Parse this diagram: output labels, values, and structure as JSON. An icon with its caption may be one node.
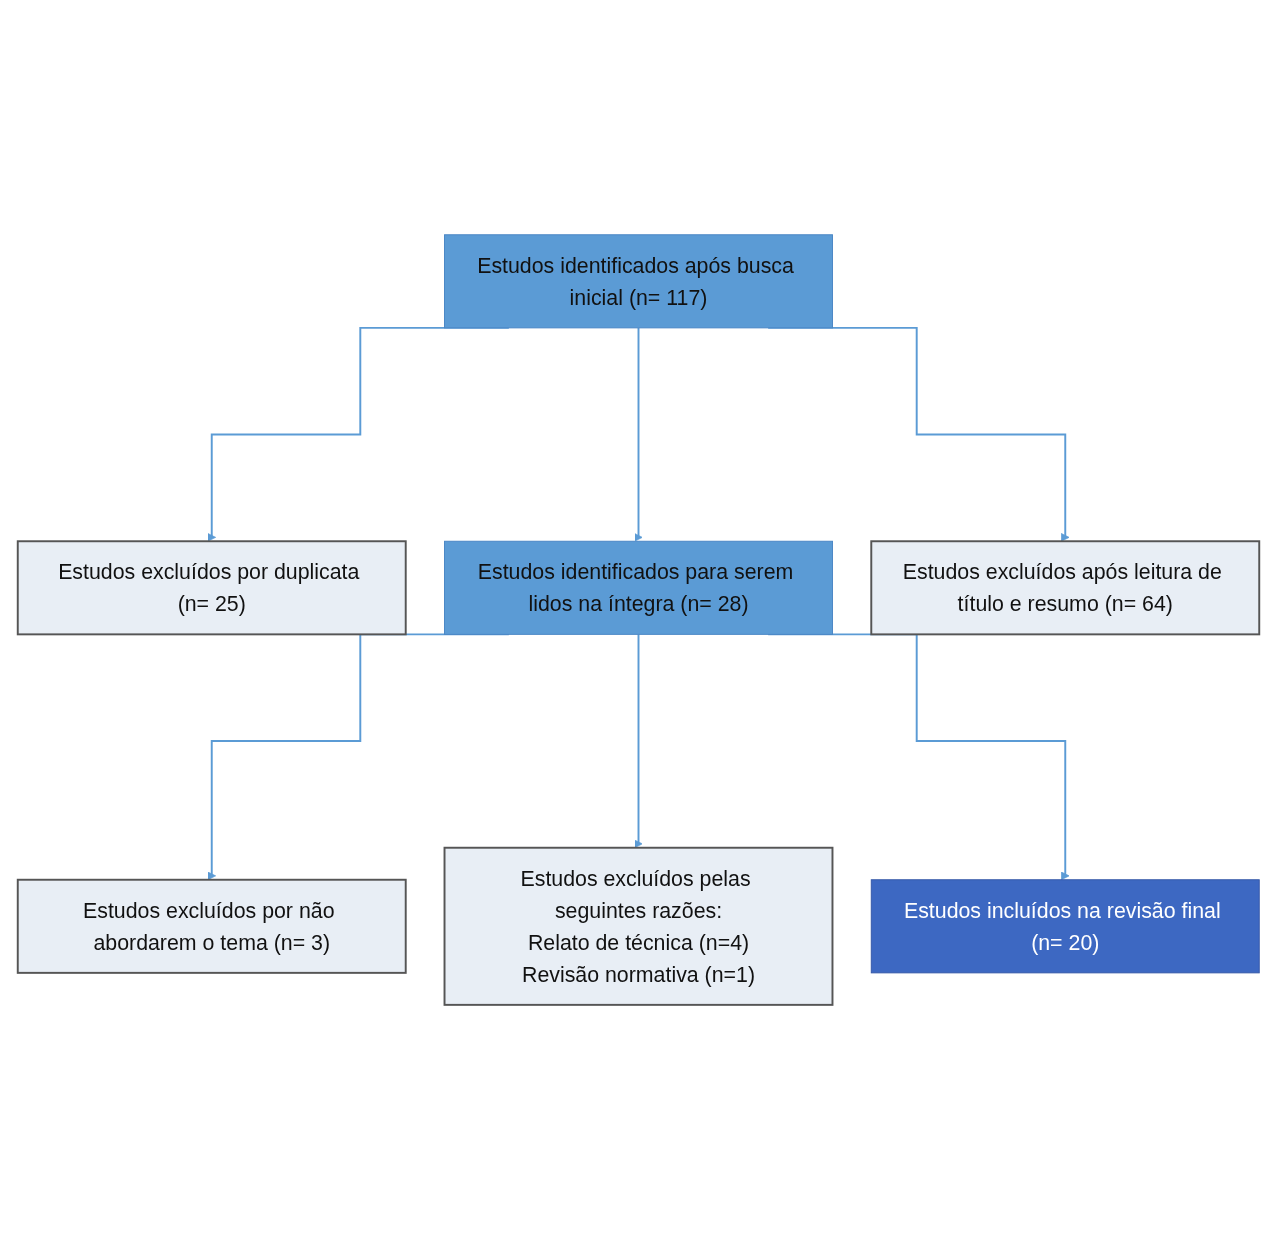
{
  "diagram": {
    "nodes": [
      {
        "text": [
          "Estudos identificados após busca inicial (n= 117)"
        ]
      },
      {
        "text": [
          "Estudos excluídos por duplicata (n= 25)"
        ]
      },
      {
        "text": [
          "Estudos excluídos após leitura de título e resumo (n= 64)"
        ]
      },
      {
        "text": [
          "Estudos identificados para serem lidos na íntegra (n= 28)"
        ]
      },
      {
        "text": [
          "Estudos excluídos por não abordarem o tema (n= 3)"
        ]
      },
      {
        "text": [
          "Estudos excluídos pelas seguintes razões:",
          "Relato de técnica (n=4)",
          "Revisão normativa (n=1)"
        ]
      },
      {
        "text": [
          "Estudos incluídos na revisão final (n= 20)"
        ]
      }
    ],
    "edges": [
      {
        "from": 0,
        "to": 1,
        "arrow": "to"
      },
      {
        "from": 0,
        "to": 2,
        "arrow": "to"
      },
      {
        "from": 0,
        "to": 3,
        "arrow": "to"
      },
      {
        "from": 3,
        "to": 4,
        "arrow": "to"
      },
      {
        "from": 3,
        "to": 5,
        "arrow": "to"
      },
      {
        "from": 3,
        "to": 6,
        "arrow": "to"
      }
    ]
  }
}
